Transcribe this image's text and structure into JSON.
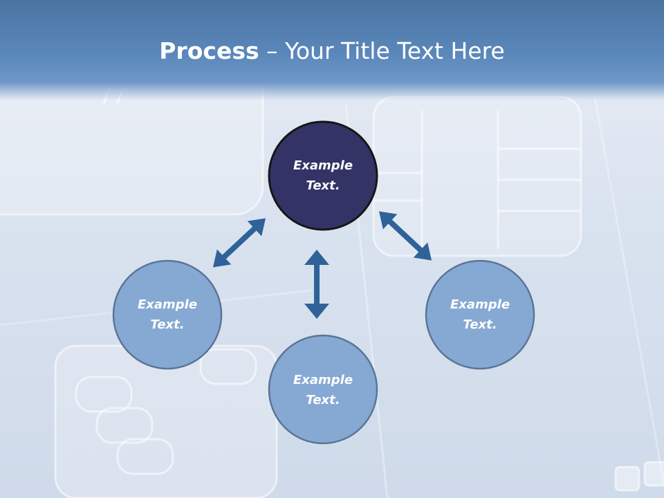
{
  "slide": {
    "title_bold": "Process",
    "title_dash": " – ",
    "title_rest": "Your Title Text Here"
  },
  "nodes": [
    {
      "id": "top",
      "line1": "Example",
      "line2": "Text.",
      "fill": "#333366",
      "stroke": "#161616"
    },
    {
      "id": "left",
      "line1": "Example",
      "line2": "Text.",
      "fill": "#86a9d3",
      "stroke": "#5a7597"
    },
    {
      "id": "bottom",
      "line1": "Example",
      "line2": "Text.",
      "fill": "#86a9d3",
      "stroke": "#5a7597"
    },
    {
      "id": "right",
      "line1": "Example",
      "line2": "Text.",
      "fill": "#86a9d3",
      "stroke": "#5a7597"
    }
  ],
  "colors": {
    "header": "#5b88bb",
    "arrow": "#2f6299",
    "background": "#d9e2ef"
  }
}
